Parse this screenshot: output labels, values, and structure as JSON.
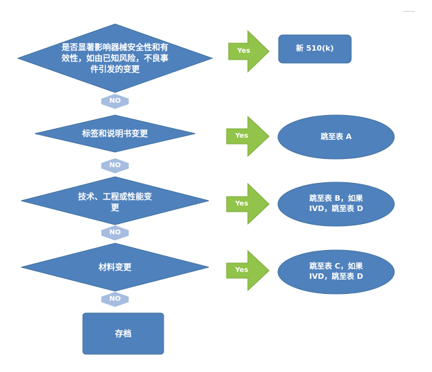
{
  "colors": {
    "shape_fill": "#4f81bd",
    "shape_stroke": "#41719c",
    "arrow_fill": "#92c34a",
    "arrow_stroke": "#7aa83a",
    "connector_fill": "#a6bde0",
    "text": "#ffffff"
  },
  "decisions": [
    "是否显著影响器械安全性和有效性，如由已知风险，不良事件引发的变更",
    "标签和说明书变更",
    "技术、工程或性能变更",
    "材料变更"
  ],
  "yes_label": "Yes",
  "no_label": "NO",
  "outcomes": [
    "新 510(k)",
    "跳至表 A",
    "跳至表 B，如果 IVD，跳至表 D",
    "跳至表 C，如果 IVD，跳至表 D"
  ],
  "final_box": "存档"
}
